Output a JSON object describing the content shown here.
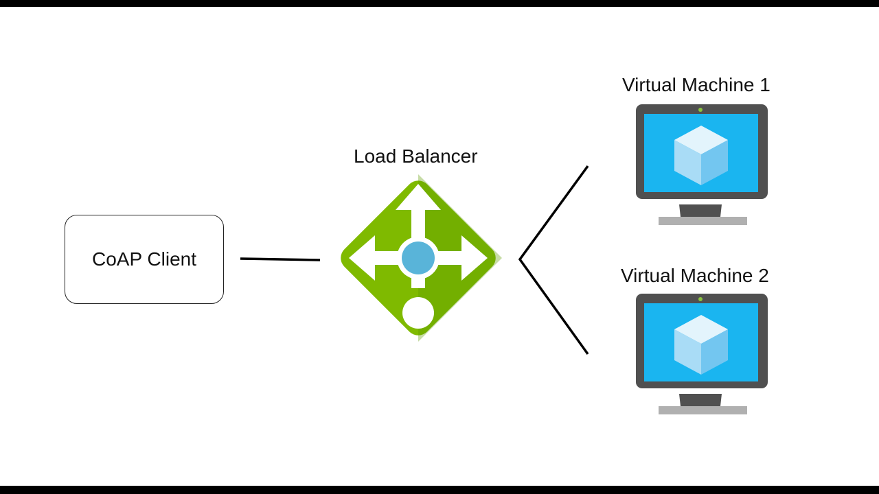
{
  "diagram": {
    "nodes": {
      "client": {
        "label": "CoAP Client"
      },
      "load_balancer": {
        "label": "Load Balancer",
        "icon": "load-balancer-icon"
      },
      "vm1": {
        "label": "Virtual Machine 1",
        "icon": "virtual-machine-icon"
      },
      "vm2": {
        "label": "Virtual Machine 2",
        "icon": "virtual-machine-icon"
      }
    },
    "edges": [
      {
        "from": "client",
        "to": "load_balancer"
      },
      {
        "from": "load_balancer",
        "to": "vm1"
      },
      {
        "from": "load_balancer",
        "to": "vm2"
      }
    ]
  },
  "colors": {
    "lb_green": "#7fba00",
    "lb_dark_green": "#5e9a00",
    "lb_hub": "#59b4d9",
    "monitor_frame": "#505050",
    "screen_blue": "#1ab5f0",
    "stand_gray": "#b0b0b0",
    "cube_light": "#e3f4fc",
    "cube_mid": "#a9dcf6",
    "cube_dark": "#73c6f0",
    "led": "#8bc53f"
  }
}
